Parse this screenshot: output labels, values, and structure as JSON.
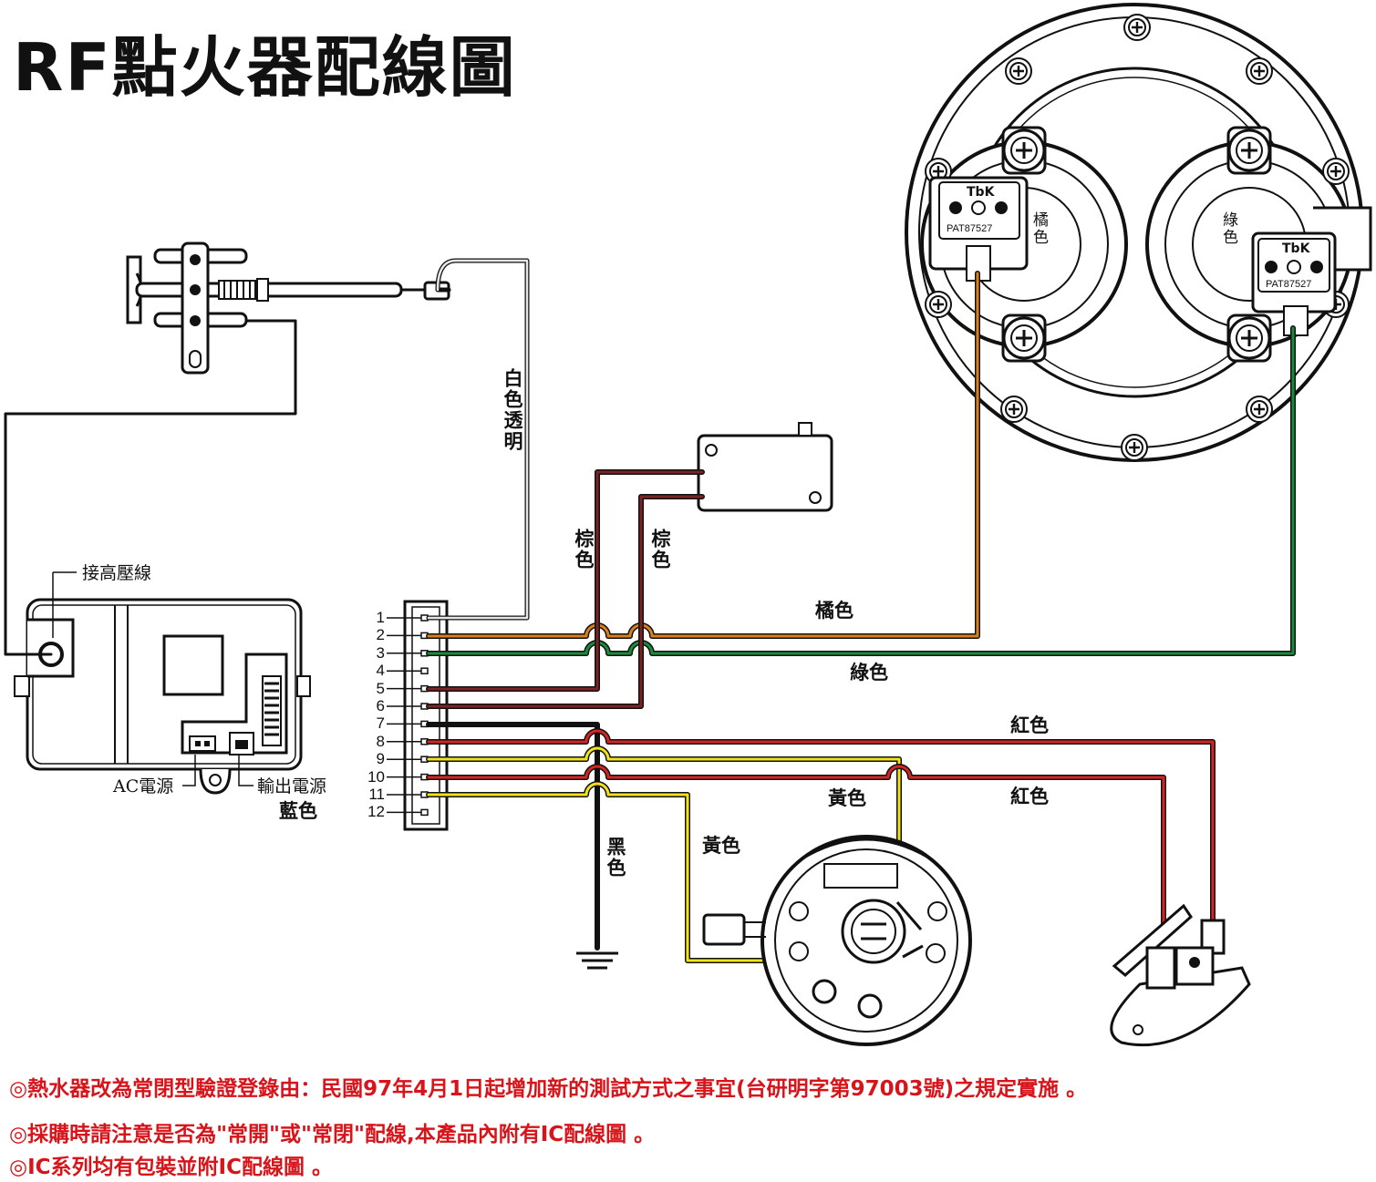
{
  "title": "RF點火器配線圖",
  "labels": {
    "white_clear": "白色透明",
    "brown_1": "棕色",
    "brown_2": "棕色",
    "orange_wire": "橘色",
    "green_wire": "綠色",
    "orange_valve": "橘色",
    "green_valve": "綠色",
    "red_1": "紅色",
    "red_2": "紅色",
    "yellow_1": "黃色",
    "yellow_2": "黃色",
    "black": "黑色",
    "hv_wire": "接高壓線",
    "ac_power": "AC電源",
    "output_power": "輸出電源",
    "blue": "藍色",
    "tbk_1": "TbK",
    "tbk_2": "TbK",
    "pat_1": "PAT87527",
    "pat_2": "PAT87527"
  },
  "pins": [
    "1",
    "2",
    "3",
    "4",
    "5",
    "6",
    "7",
    "8",
    "9",
    "10",
    "11",
    "12"
  ],
  "notes": [
    "◎熱水器改為常閉型驗證登錄由：民國97年4月1日起增加新的測試方式之事宜(台研明字第97003號)之規定實施 。",
    "◎採購時請注意是否為\"常開\"或\"常閉\"配線,本產品內附有IC配線圖 。",
    "◎IC系列均有包裝並附IC配線圖 。"
  ],
  "colors": {
    "orange": "#d9801e",
    "green": "#1b8a3c",
    "brown": "#7a2323",
    "red": "#d42424",
    "yellow": "#f2e21a",
    "black": "#111111",
    "white_wire": "#bdbdbd",
    "note_red": "#d8141a"
  },
  "icons": [
    "ignition-electrode-icon",
    "igniter-box-icon",
    "micro-switch-icon",
    "gas-valve-icon",
    "solenoid-icon",
    "water-valve-icon",
    "thermostat-icon",
    "ground-icon",
    "connector-icon"
  ]
}
